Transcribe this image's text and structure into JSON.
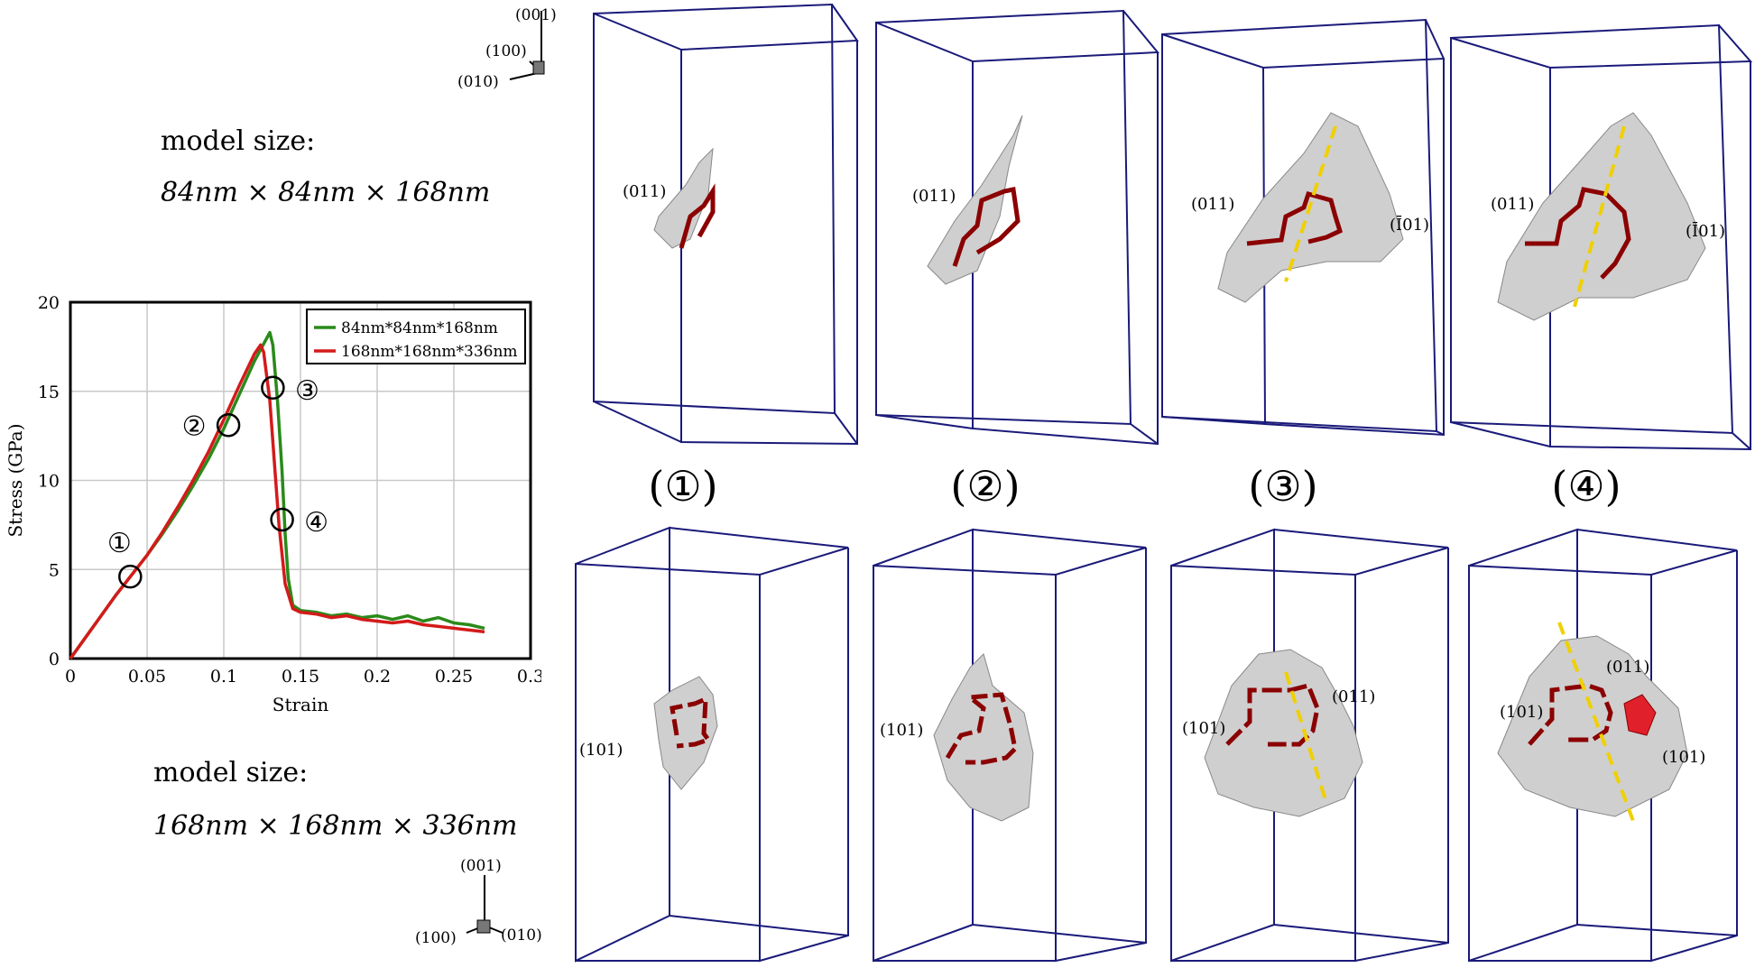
{
  "top_block": {
    "model_label": "model size:",
    "model_dims": "84nm × 84nm × 168nm",
    "axes": {
      "z": "(001)",
      "x": "(100)",
      "y": "(010)"
    }
  },
  "bottom_block": {
    "model_label": "model size:",
    "model_dims": "168nm × 168nm × 336nm",
    "axes": {
      "z": "(001)",
      "x": "(100)",
      "y": "(010)"
    }
  },
  "panel_titles": [
    "(①)",
    "(②)",
    "(③)",
    "(④)"
  ],
  "top_panels": [
    {
      "planes": [
        "(011)"
      ]
    },
    {
      "planes": [
        "(011)"
      ]
    },
    {
      "planes": [
        "(011)",
        "(Ī01)"
      ]
    },
    {
      "planes": [
        "(011)",
        "(Ī01)"
      ]
    }
  ],
  "bottom_panels": [
    {
      "planes": [
        "(101)"
      ]
    },
    {
      "planes": [
        "(101)"
      ]
    },
    {
      "planes": [
        "(101)",
        "(011)"
      ]
    },
    {
      "planes": [
        "(101)",
        "(011)",
        "(101)"
      ]
    }
  ],
  "colors": {
    "frame": "#1a1a7a",
    "series_small": "#2a8a1a",
    "series_large": "#d41a1a",
    "slip_trace": "#8b0000",
    "dash": "#f0d000"
  },
  "chart_data": {
    "type": "line",
    "title": "",
    "xlabel": "Strain",
    "ylabel": "Stress (GPa)",
    "xlim": [
      0,
      0.3
    ],
    "ylim": [
      0,
      20
    ],
    "xticks": [
      "0",
      "0.05",
      "0.1",
      "0.15",
      "0.2",
      "0.25",
      "0.3"
    ],
    "yticks": [
      "0",
      "5",
      "10",
      "15",
      "20"
    ],
    "grid": true,
    "legend_position": "top-right",
    "series": [
      {
        "name": "84nm*84nm*168nm",
        "color": "#2a8a1a",
        "x": [
          0,
          0.01,
          0.02,
          0.03,
          0.04,
          0.05,
          0.06,
          0.07,
          0.08,
          0.09,
          0.1,
          0.11,
          0.12,
          0.125,
          0.13,
          0.132,
          0.135,
          0.138,
          0.14,
          0.142,
          0.145,
          0.15,
          0.16,
          0.17,
          0.18,
          0.19,
          0.2,
          0.21,
          0.22,
          0.23,
          0.24,
          0.25,
          0.26,
          0.27
        ],
        "y": [
          0,
          1.2,
          2.4,
          3.6,
          4.7,
          5.8,
          7.0,
          8.3,
          9.7,
          11.2,
          12.9,
          14.8,
          16.7,
          17.5,
          18.3,
          17.6,
          14.5,
          10.5,
          7.0,
          4.5,
          3.0,
          2.7,
          2.6,
          2.4,
          2.5,
          2.3,
          2.4,
          2.2,
          2.4,
          2.1,
          2.3,
          2.0,
          1.9,
          1.7
        ]
      },
      {
        "name": "168nm*168nm*336nm",
        "color": "#d41a1a",
        "x": [
          0,
          0.01,
          0.02,
          0.03,
          0.04,
          0.05,
          0.06,
          0.07,
          0.08,
          0.09,
          0.1,
          0.11,
          0.12,
          0.124,
          0.126,
          0.13,
          0.133,
          0.136,
          0.14,
          0.145,
          0.15,
          0.16,
          0.17,
          0.18,
          0.19,
          0.2,
          0.21,
          0.22,
          0.23,
          0.24,
          0.25,
          0.26,
          0.27
        ],
        "y": [
          0,
          1.2,
          2.4,
          3.6,
          4.7,
          5.8,
          7.1,
          8.5,
          10.0,
          11.6,
          13.4,
          15.3,
          17.1,
          17.6,
          17.2,
          14.5,
          11.0,
          7.5,
          4.2,
          2.8,
          2.6,
          2.5,
          2.3,
          2.4,
          2.2,
          2.1,
          2.0,
          2.1,
          1.9,
          1.8,
          1.7,
          1.6,
          1.5
        ]
      }
    ],
    "annotations": [
      {
        "label": "①",
        "x": 0.039,
        "y": 4.6,
        "label_position": "above-left"
      },
      {
        "label": "②",
        "x": 0.103,
        "y": 13.1,
        "label_position": "left"
      },
      {
        "label": "③",
        "x": 0.132,
        "y": 15.2,
        "label_position": "right"
      },
      {
        "label": "④",
        "x": 0.138,
        "y": 7.8,
        "label_position": "right"
      }
    ]
  }
}
